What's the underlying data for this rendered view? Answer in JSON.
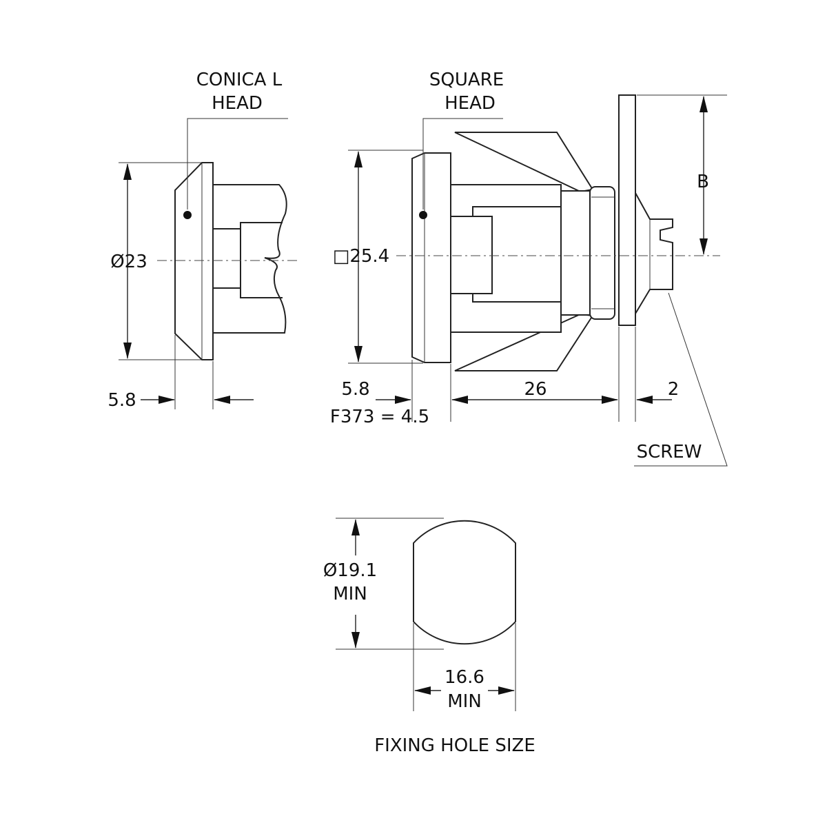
{
  "labels": {
    "conical_head": [
      "CONICA L",
      "HEAD"
    ],
    "square_head": [
      "SQUARE",
      "HEAD"
    ],
    "dia_23": "Ø23",
    "sq_25_4": "□25.4",
    "b": "B",
    "left_5_8": "5.8",
    "mid_5_8": "5.8",
    "f373": "F373 = 4.5",
    "dim_26": "26",
    "dim_2": "2",
    "screw": "SCREW",
    "dia_19_1": [
      "Ø19.1",
      "MIN"
    ],
    "dim_16_6": [
      "16.6",
      "MIN"
    ],
    "fixing_hole": "FIXING HOLE SIZE"
  }
}
